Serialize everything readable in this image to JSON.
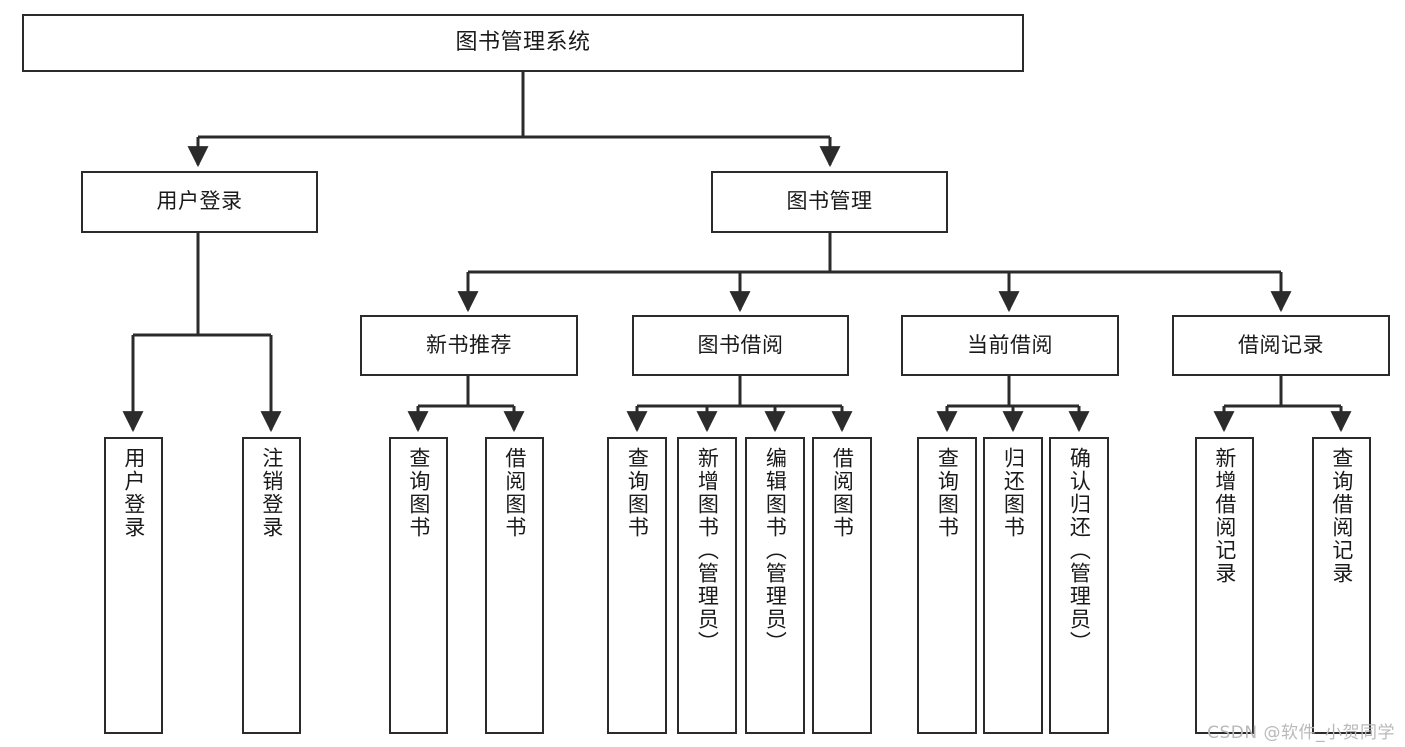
{
  "diagram": {
    "title": "图书管理系统",
    "watermark": "CSDN @软件_小贺同学",
    "colors": {
      "stroke": "#2b2b2b",
      "fill": "#ffffff",
      "text": "#1a1a1a",
      "watermark": "#b9b9b9"
    },
    "nodes": {
      "root": {
        "label": "图书管理系统"
      },
      "level1": [
        {
          "id": "user-login",
          "label": "用户登录"
        },
        {
          "id": "book-management",
          "label": "图书管理"
        }
      ],
      "level2": [
        {
          "id": "new-book-recommend",
          "label": "新书推荐"
        },
        {
          "id": "book-borrow",
          "label": "图书借阅"
        },
        {
          "id": "current-borrow",
          "label": "当前借阅"
        },
        {
          "id": "borrow-record",
          "label": "借阅记录"
        }
      ],
      "leaves": {
        "user-login": [
          {
            "id": "leaf-user-login",
            "label": "用户登录"
          },
          {
            "id": "leaf-logout-login",
            "label": "注销登录"
          }
        ],
        "new-book-recommend": [
          {
            "id": "leaf-query-book-1",
            "label": "查询图书"
          },
          {
            "id": "leaf-borrow-book-1",
            "label": "借阅图书"
          }
        ],
        "book-borrow": [
          {
            "id": "leaf-query-book-2",
            "label": "查询图书"
          },
          {
            "id": "leaf-add-book-admin",
            "label": "新增图书（管理员）"
          },
          {
            "id": "leaf-edit-book-admin",
            "label": "编辑图书（管理员）"
          },
          {
            "id": "leaf-borrow-book-2",
            "label": "借阅图书"
          }
        ],
        "current-borrow": [
          {
            "id": "leaf-query-book-3",
            "label": "查询图书"
          },
          {
            "id": "leaf-return-book",
            "label": "归还图书"
          },
          {
            "id": "leaf-confirm-return-admin",
            "label": "确认归还（管理员）"
          }
        ],
        "borrow-record": [
          {
            "id": "leaf-add-borrow-record",
            "label": "新增借阅记录"
          },
          {
            "id": "leaf-query-borrow-record",
            "label": "查询借阅记录"
          }
        ]
      }
    }
  }
}
